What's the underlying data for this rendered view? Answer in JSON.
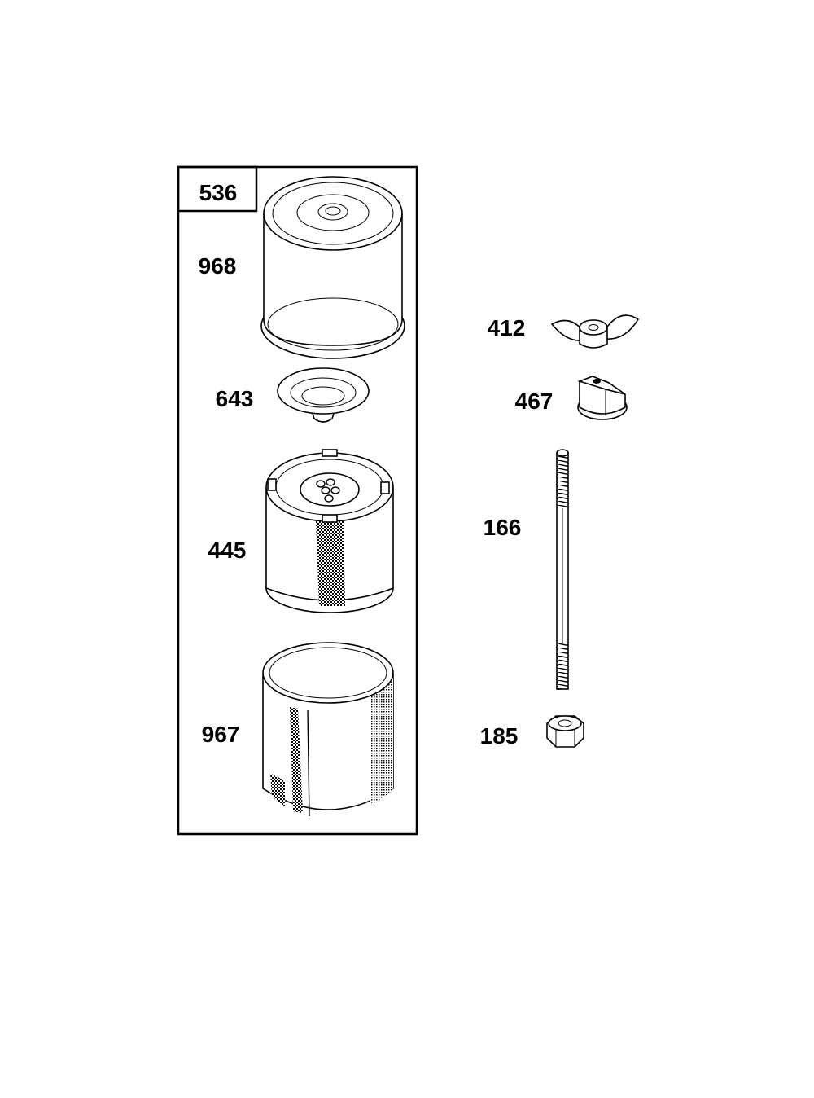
{
  "diagram": {
    "kit_label": "536",
    "parts": [
      {
        "id": "p968",
        "label": "968"
      },
      {
        "id": "p643",
        "label": "643"
      },
      {
        "id": "p445",
        "label": "445"
      },
      {
        "id": "p967",
        "label": "967"
      },
      {
        "id": "p412",
        "label": "412"
      },
      {
        "id": "p467",
        "label": "467"
      },
      {
        "id": "p166",
        "label": "166"
      },
      {
        "id": "p185",
        "label": "185"
      }
    ],
    "colors": {
      "line": "#000000",
      "background": "#ffffff"
    }
  }
}
